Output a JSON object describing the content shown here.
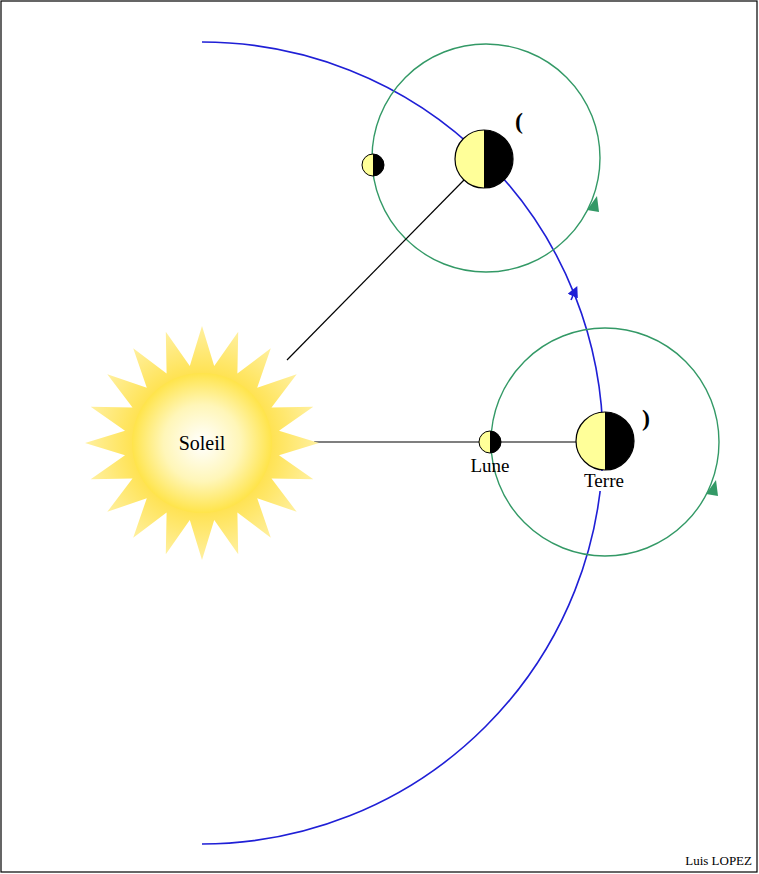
{
  "diagram": {
    "nodes": [
      {
        "text": [
          "Soleil"
        ]
      }
    ],
    "labels": [
      "(",
      ")",
      "Lune",
      "Terre",
      "Luis LOPEZ"
    ]
  }
}
